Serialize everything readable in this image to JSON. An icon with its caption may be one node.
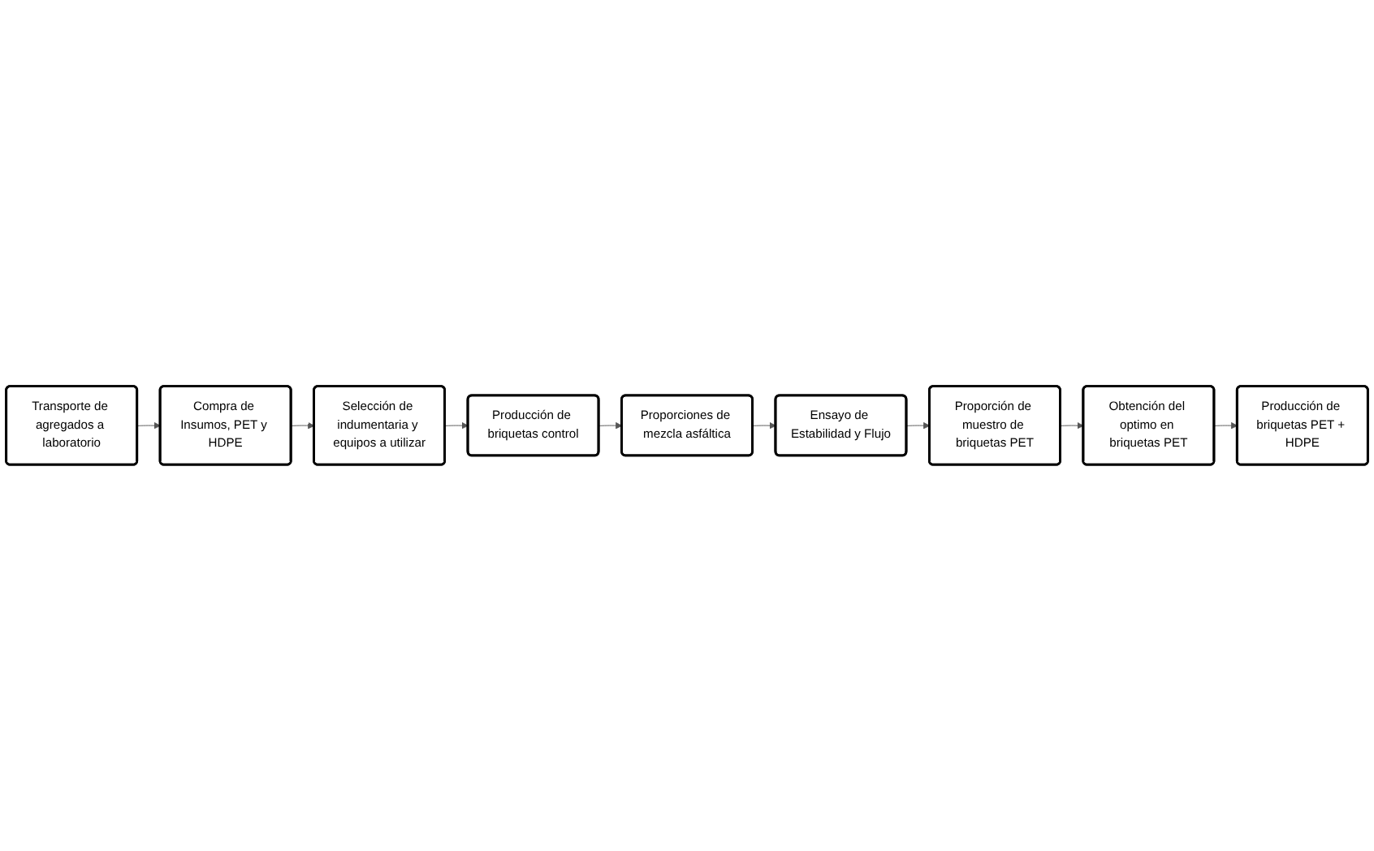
{
  "diagram": {
    "nodes": [
      {
        "text": [
          "Transporte de agregados a laboratorio"
        ]
      },
      {
        "text": [
          "Compra de Insumos, PET y HDPE"
        ]
      },
      {
        "text": [
          "Selección de indumentaria y equipos a utilizar"
        ]
      },
      {
        "text": [
          "Producción de briquetas control"
        ]
      },
      {
        "text": [
          "Proporciones de mezcla asfáltica"
        ]
      },
      {
        "text": [
          "Ensayo de Estabilidad y Flujo"
        ]
      },
      {
        "text": [
          "Proporción de muestro de briquetas PET"
        ]
      },
      {
        "text": [
          "Obtención del optimo en briquetas PET"
        ]
      },
      {
        "text": [
          "Producción de briquetas PET + HDPE"
        ]
      }
    ],
    "edges": [
      {
        "from": 0,
        "to": 1,
        "arrow": "to"
      },
      {
        "from": 1,
        "to": 2,
        "arrow": "to"
      },
      {
        "from": 2,
        "to": 3,
        "arrow": "to"
      },
      {
        "from": 3,
        "to": 4,
        "arrow": "to"
      },
      {
        "from": 4,
        "to": 5,
        "arrow": "to"
      },
      {
        "from": 5,
        "to": 6,
        "arrow": "to"
      },
      {
        "from": 6,
        "to": 7,
        "arrow": "to"
      },
      {
        "from": 7,
        "to": 8,
        "arrow": "to"
      }
    ]
  }
}
